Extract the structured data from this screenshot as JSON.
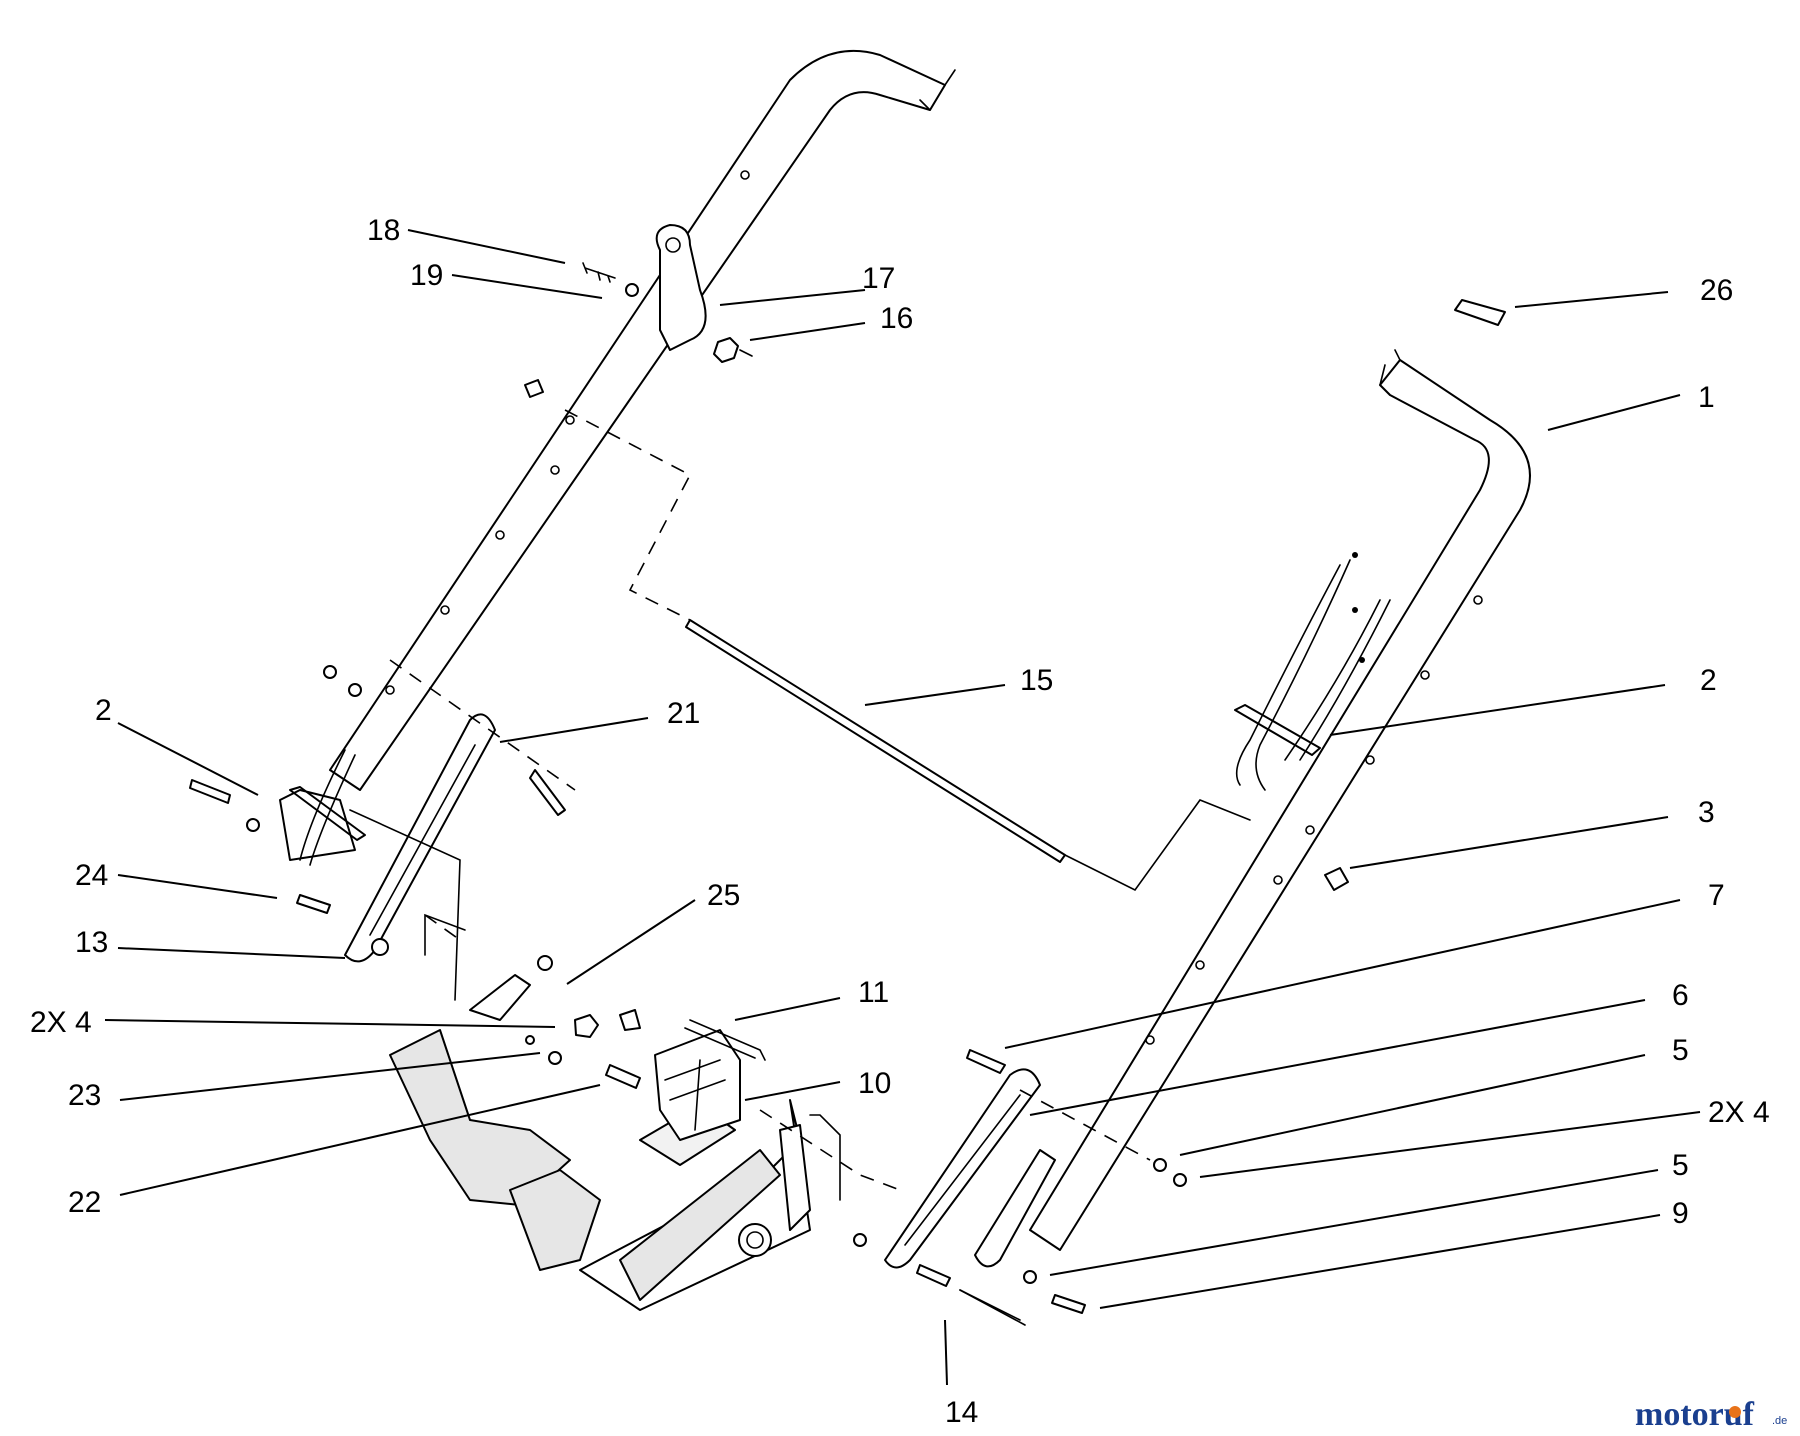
{
  "callouts": {
    "c1": "1",
    "c2_right": "2",
    "c3": "3",
    "c7": "7",
    "c6": "6",
    "c5_upper": "5",
    "c2x4_right": "2X 4",
    "c5_lower": "5",
    "c9": "9",
    "c14": "14",
    "c26": "26",
    "c15": "15",
    "c18": "18",
    "c19": "19",
    "c17": "17",
    "c16": "16",
    "c2_left": "2",
    "c21": "21",
    "c24": "24",
    "c13": "13",
    "c25": "25",
    "c2x4_left": "2X 4",
    "c23": "23",
    "c22": "22",
    "c11": "11",
    "c10": "10"
  },
  "watermark": {
    "text_main": "motoruf",
    "text_suffix": ".de"
  },
  "colors": {
    "line": "#000000",
    "background": "#ffffff",
    "shade": "#e6e6e6",
    "watermark_blue": "#1a3f8f",
    "watermark_orange": "#e8731a"
  }
}
